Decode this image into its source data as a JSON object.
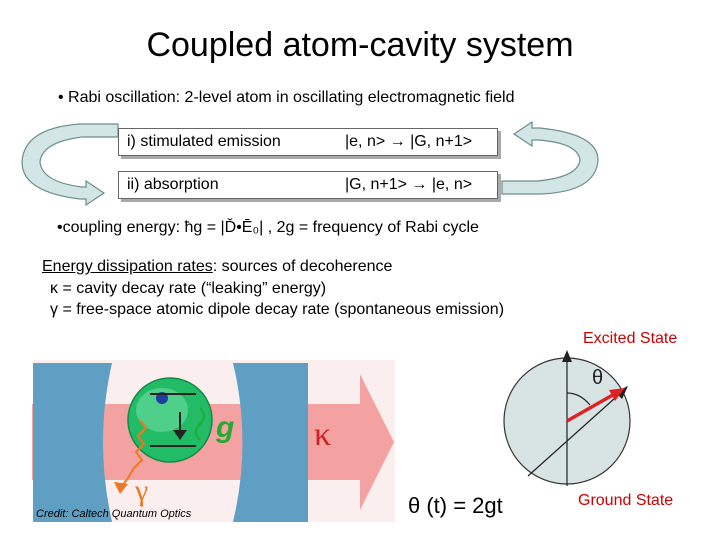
{
  "title": "Coupled atom-cavity system",
  "rabi_bullet": "• Rabi oscillation: 2-level atom in oscillating electromagnetic field",
  "processes": [
    {
      "name": "i) stimulated emission",
      "transition": "|e, n>  → |G, n+1>"
    },
    {
      "name": "ii) absorption",
      "transition": "|G, n+1>  → |e, n>"
    }
  ],
  "coupling_bullet": "•coupling energy: ħg = |Ď•Ē₀| , 2g = frequency of Rabi cycle",
  "dissipation": {
    "heading": "Energy dissipation rates",
    "heading_suffix": ": sources of decoherence",
    "kappa_line": "κ = cavity decay rate (“leaking” energy)",
    "gamma_line": "γ = free-space atomic dipole decay rate (spontaneous emission)"
  },
  "bloch": {
    "excited_label": "Excited State",
    "ground_label": "Ground State",
    "angle_symbol": "θ",
    "equation": "θ (t) = 2gt"
  },
  "cavity_figure": {
    "g_label": "g",
    "kappa_label": "κ",
    "gamma_label": "γ",
    "credit": "Credit: Caltech Quantum Optics"
  },
  "colors": {
    "cycle_arrow": "#d3e6e6",
    "cavity_arrow": "#f4a1a1",
    "bloch_fill": "#d8e4e4",
    "vector": "#dd2222",
    "state_label": "#cc0000",
    "atom": "#22bb66",
    "g_text": "#22aa33",
    "gamma_text": "#ee7722"
  }
}
